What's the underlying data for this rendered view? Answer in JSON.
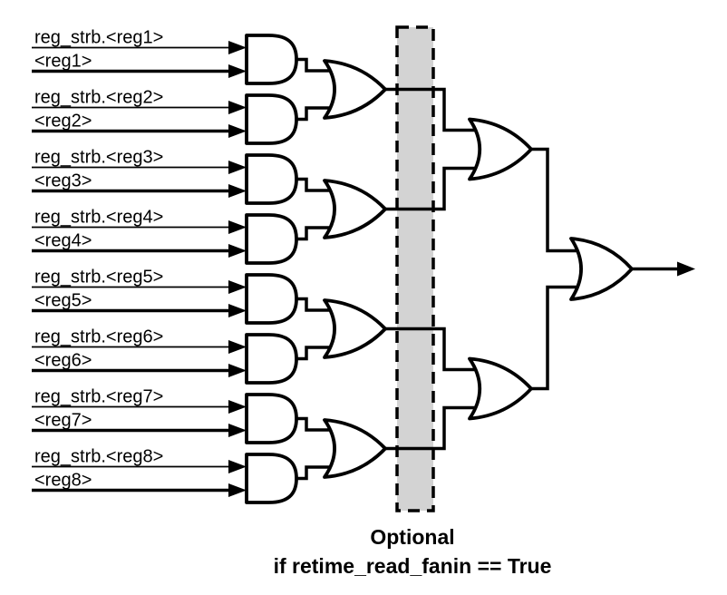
{
  "diagram": {
    "inputs": [
      {
        "strobe_label": "reg_strb.<reg1>",
        "reg_label": "<reg1>"
      },
      {
        "strobe_label": "reg_strb.<reg2>",
        "reg_label": "<reg2>"
      },
      {
        "strobe_label": "reg_strb.<reg3>",
        "reg_label": "<reg3>"
      },
      {
        "strobe_label": "reg_strb.<reg4>",
        "reg_label": "<reg4>"
      },
      {
        "strobe_label": "reg_strb.<reg5>",
        "reg_label": "<reg5>"
      },
      {
        "strobe_label": "reg_strb.<reg6>",
        "reg_label": "<reg6>"
      },
      {
        "strobe_label": "reg_strb.<reg7>",
        "reg_label": "<reg7>"
      },
      {
        "strobe_label": "reg_strb.<reg8>",
        "reg_label": "<reg8>"
      }
    ],
    "caption": {
      "line1": "Optional",
      "line2": "if retime_read_fanin == True"
    },
    "colors": {
      "stroke": "#000000",
      "gate_fill": "#ffffff",
      "optional_region_fill": "#d3d3d3",
      "background": "#ffffff"
    }
  }
}
